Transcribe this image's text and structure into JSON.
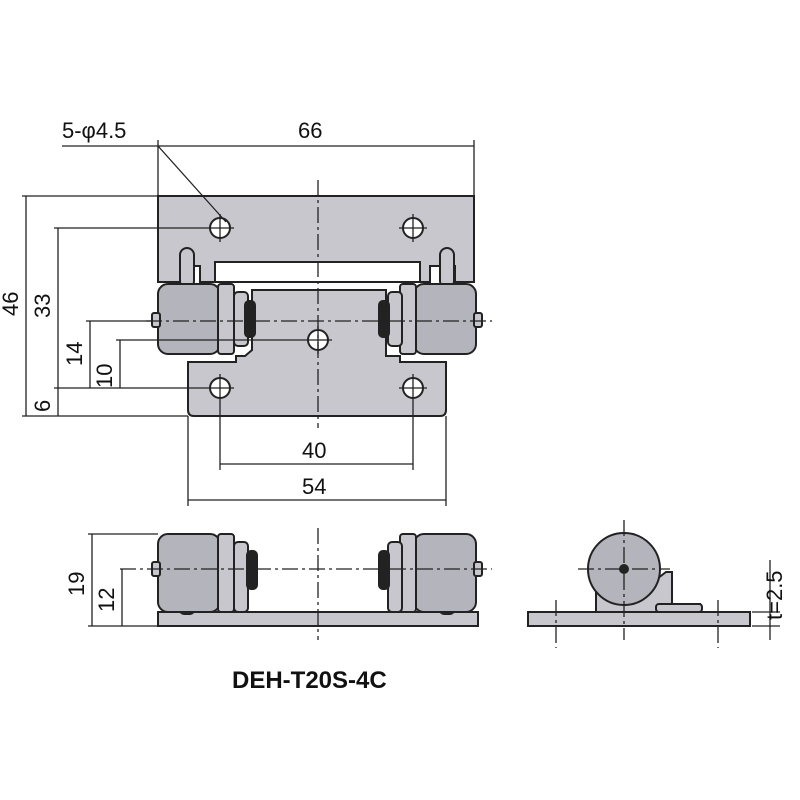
{
  "title": "DEH-T20S-4C",
  "dimensions": {
    "holes": "5-φ4.5",
    "width_total": "66",
    "height_total": "46",
    "hole_height": "33",
    "knuckle_height": "14",
    "pin_height": "10",
    "base_offset": "6",
    "hole_spacing": "40",
    "leaf_width": "54",
    "side_height": "19",
    "side_axis": "12",
    "thickness": "t=2.5"
  }
}
